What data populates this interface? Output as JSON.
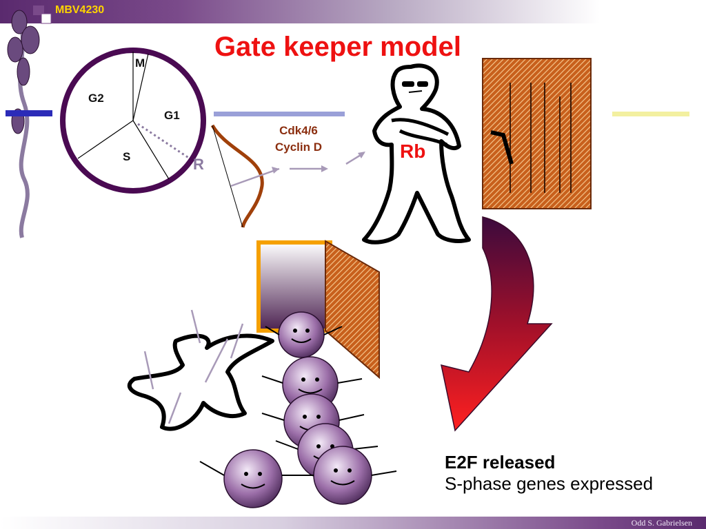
{
  "header": {
    "brand": "MBV4230"
  },
  "title": "Gate keeper model",
  "cycle": {
    "m": "M",
    "g2": "G2",
    "g1": "G1",
    "s": "S",
    "r": "R"
  },
  "cdk": {
    "line1": "Cdk4/6",
    "line2": "Cyclin D"
  },
  "rb_label": "Rb",
  "result": {
    "heading": "E2F released",
    "subtext": "S-phase genes expressed"
  },
  "footer": "Odd S. Gabrielsen",
  "colors": {
    "title": "#ee1111",
    "purple": "#5a2a6e",
    "brick": "#c8601c",
    "cdk": "#8b2e0f",
    "arrow": "#8b0000"
  }
}
